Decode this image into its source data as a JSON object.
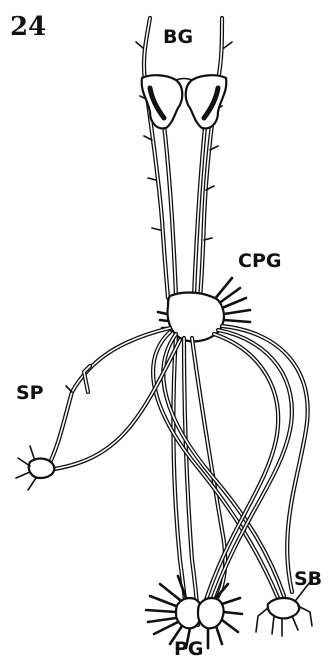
{
  "figure": {
    "number": "24",
    "labels": {
      "bg": "BG",
      "cpg": "CPG",
      "sp": "SP",
      "sb": "SB",
      "pg": "PG"
    }
  }
}
